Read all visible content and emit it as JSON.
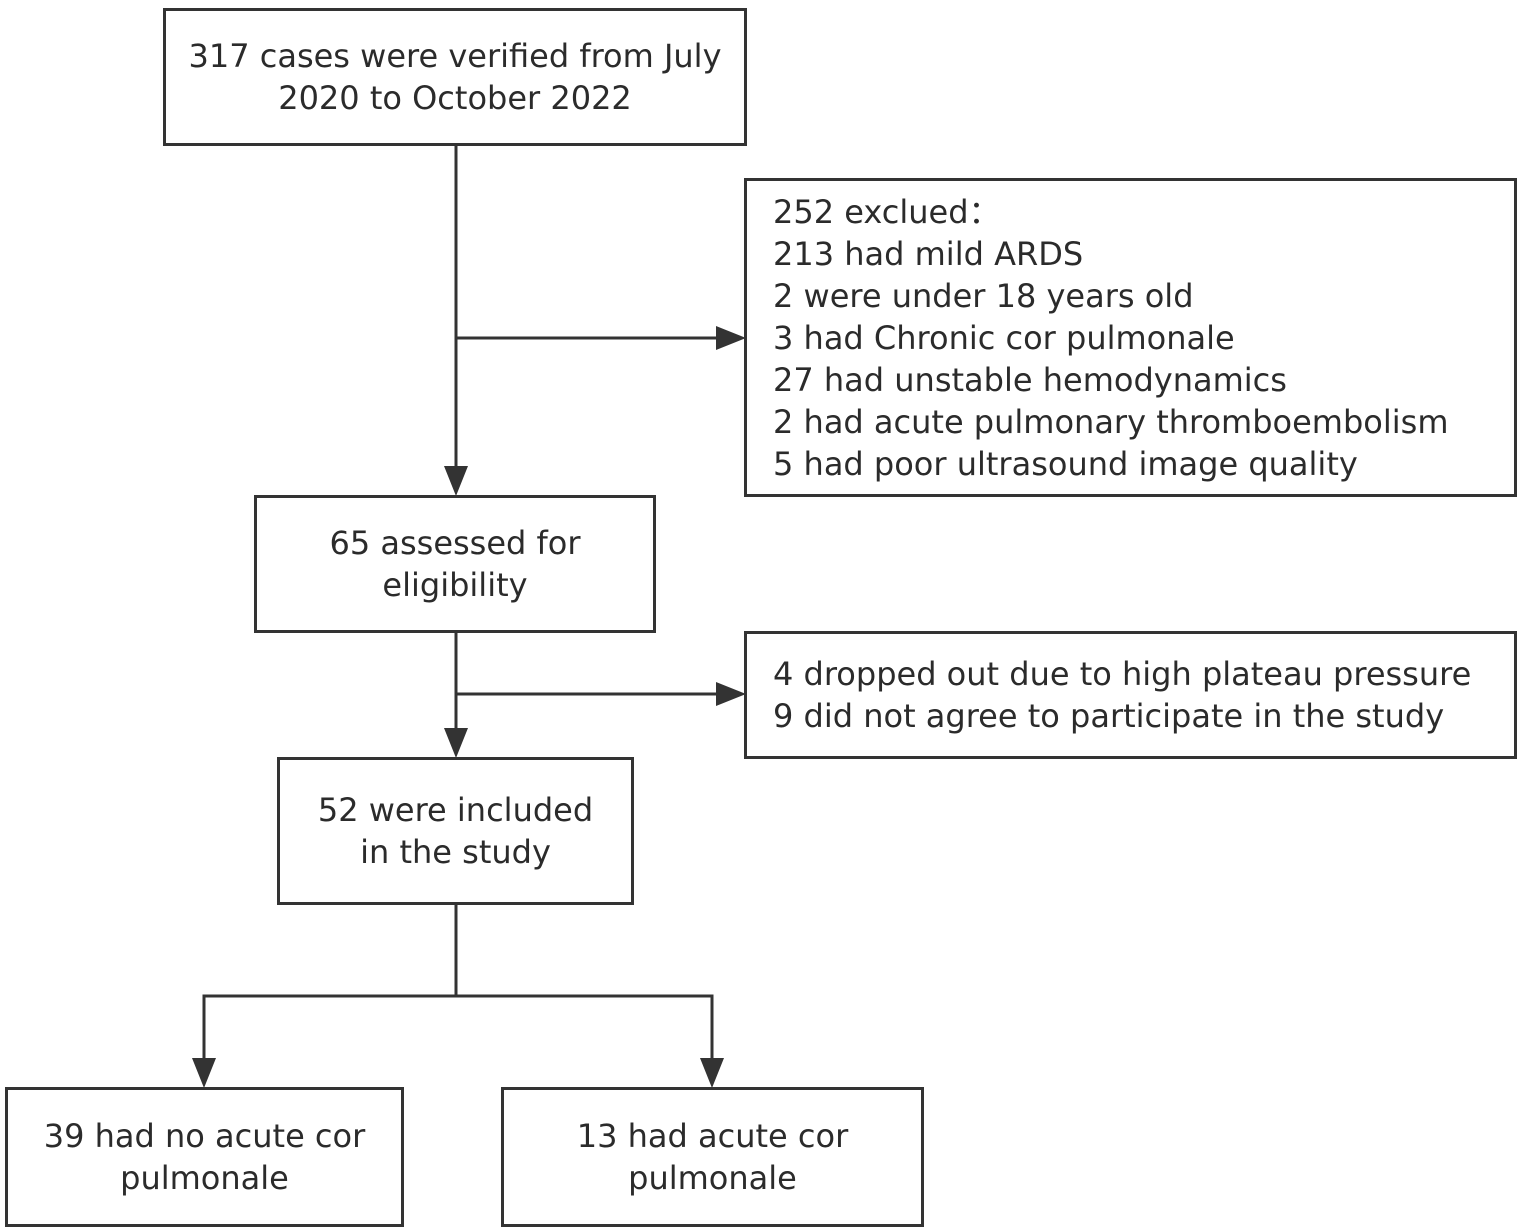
{
  "boxes": {
    "verified": {
      "lines": [
        "317 cases were verified from July",
        "2020 to October 2022"
      ]
    },
    "excluded": {
      "lines": [
        "252 exclued：",
        "213 had mild ARDS",
        "2 were under 18 years old",
        "3 had Chronic cor pulmonale",
        "27 had unstable hemodynamics",
        "2 had acute pulmonary thromboembolism",
        "5 had poor ultrasound image quality"
      ]
    },
    "assessed": {
      "lines": [
        "65 assessed for",
        "eligibility"
      ]
    },
    "dropped": {
      "lines": [
        "4 dropped out due to high plateau pressure",
        "9 did not agree to participate in the study"
      ]
    },
    "included": {
      "lines": [
        "52 were included",
        "in the study"
      ]
    },
    "no_acp": {
      "lines": [
        "39 had no acute cor",
        "pulmonale"
      ]
    },
    "acp": {
      "lines": [
        "13 had acute cor",
        "pulmonale"
      ]
    }
  },
  "colors": {
    "stroke": "#333333",
    "text": "#2b2b2b",
    "background": "#ffffff"
  }
}
